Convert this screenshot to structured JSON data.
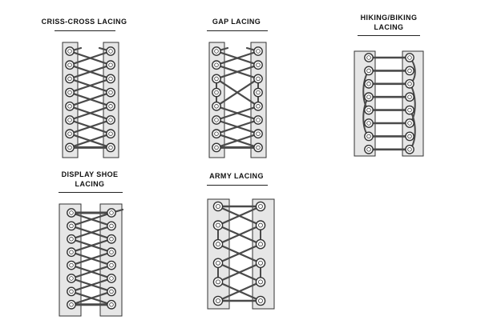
{
  "colors": {
    "flap": "#e6e6e6",
    "outline": "#333333",
    "lace": "#4a4a4a",
    "eyelet_fill": "#ffffff"
  },
  "panels": [
    {
      "id": "criss-cross",
      "title": "CRISS-CROSS LACING",
      "pattern": "criss-cross",
      "eyelet_pairs": 8
    },
    {
      "id": "gap",
      "title": "GAP LACING",
      "pattern": "gap",
      "eyelet_pairs": 8
    },
    {
      "id": "hiking-biking",
      "title_line1": "HIKING/BIKING",
      "title_line2": "LACING",
      "pattern": "hiking-biking",
      "eyelet_pairs": 8
    },
    {
      "id": "display-shoe",
      "title_line1": "DISPLAY SHOE",
      "title_line2": "LACING",
      "pattern": "display-shoe",
      "eyelet_pairs": 8
    },
    {
      "id": "army",
      "title": "ARMY LACING",
      "pattern": "army",
      "eyelet_pairs": 6
    }
  ]
}
